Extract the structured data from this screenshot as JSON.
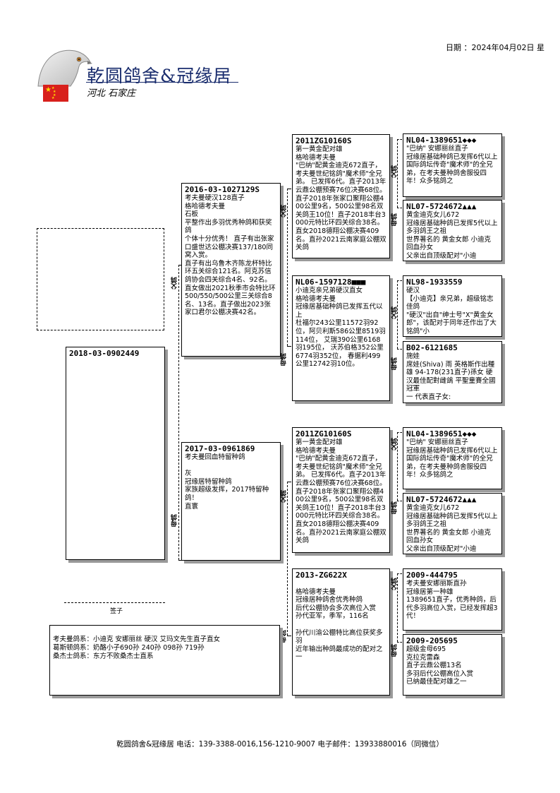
{
  "header": {
    "date": "日期 ：2024年04月02日 星",
    "brand": "乾圆鸽舍&冠缘居",
    "location": "河北 石家庄"
  },
  "subject": {
    "ring": "2018-03-0902449",
    "seal_label": "签子"
  },
  "labels": {
    "sire": "父鸽",
    "dam": "母鸽"
  },
  "sire": {
    "ring": "2016-03-1027129S",
    "text": "考夫曼硬汉128直子\n格哈德考夫曼\n石板\n平整作出多羽优秀种鸽和获奖鸽\n个体十分优秀！ 直子有出张家口盛世达公棚决赛137/180同窝入赏。\n直子有出乌鲁木齐陈龙杯特比环五关综合121名。阿克苏信鸽协会四关综合4名、92名。直女做出2021秋季市会特比环500/550/500公里三关综合8名、13名。直子做出2023张家口君尔公棚决赛42名。"
  },
  "dam": {
    "ring": "2017-03-0961869",
    "text": "考夫曼回血特留种鸽\n\n灰\n冠缘居特留种鸽\n家族超级发挥，2017特留种鸽！\n直寰"
  },
  "ss": {
    "ring": "2011ZG10160S",
    "text": "第一黄金配对雄\n格哈德考夫曼\n\"巴纳\"配黄金迪克672直子，考夫曼世纪铭鸽\"魔术师\"全兄弟。 已发挥6代。直子2013年云鼎公棚预赛76位决赛68位。直子2018年张家口聚翔公棚400公里9名，500公里98名双关鸽王10位！直子2018丰台3000元特比环四关综合38名。直女2018德翔公棚决赛409名。直孙2021云南家庭公棚双关鸽"
  },
  "sd": {
    "ring": "NL06-1597128■■■",
    "text": "小迪克亲兄弟硬汉直女\n格哈德考夫曼\n冠缘居基础种鸽已发挥五代以上\n杜福尔243公里11572羽92位，阿贝利斯586公里8519羽114位， 艾瑞390公里6168羽195位， 沃苏伯格352公里6774羽352位， 春据利499公里12742羽10位。"
  },
  "ds": {
    "ring": "2011ZG10160S",
    "text": "第一黄金配对雄\n格哈德考夫曼\n\"巴纳\"配黄金迪克672直子，考夫曼世纪铭鸽\"魔术师\"全兄弟。 已发挥6代。直子2013年云鼎公棚预赛76位决赛68位。直子2018年张家口聚翔公棚400公里9名，500公里98名双关鸽王10位！直子2018丰台3000元特比环四关综合38名。直女2018德翔公棚决赛409名。直孙2021云南家庭公棚双关鸽"
  },
  "dd": {
    "ring": "2013-ZG622X",
    "text": "\n格哈德考夫曼\n冠缘居种鸽舍优秀种鸽\n后代公棚协会多次高位入赏\n孙代亚军，季军，116名\n\n孙代川渝公棚特比高位获奖多羽\n近年输出种鸽最成功的配对之一"
  },
  "sss": {
    "ring": "NL04-1389651◆◆◆",
    "text": "\"巴纳\" 安娜丽丝直子\n冠缘居基础种鸽已发挥6代以上\n国际鸽坛传奇\"魔术师\"的全兄弟，在考夫曼种鸽舍服役四年！众多铭鸽之"
  },
  "ssd": {
    "ring": "NL07-5724672▲▲▲",
    "text": "黄金迪克女儿672\n冠缘居基础种鸽已发挥5代以上多羽鸽王之祖\n世界著名的 黄金女郎 小迪克 回血孙女\n父亲出自顶级配对\"小迪"
  },
  "sds": {
    "ring": "NL98-1933559",
    "text": "硬汉\n【小迪克】亲兄弟，超级铭志佳鸽\n\"硬汉\"出自\"绅士号\"X\"黄金女郎\"，该配对于同年还作出了大铭鸽\"小"
  },
  "sdd": {
    "ring": "B02-6121685",
    "text": "施娃\n席娃(Shiva) 雨 英格斯作出種雄 94-178(231直子)孫女 硬汉最佳配對雌鴿 平聖童賽全國冠軍\n一 代表直子女:"
  },
  "dss": {
    "ring": "NL04-1389651◆◆◆",
    "text": "\"巴纳\" 安娜丽丝直子\n冠缘居基础种鸽已发挥6代以上\n国际鸽坛传奇\"魔术师\"的全兄弟，在考夫曼种鸽舍服役四年！众多铭鸽之"
  },
  "dsd": {
    "ring": "NL07-5724672▲▲▲",
    "text": "黄金迪克女儿672\n冠缘居基础种鸽已发挥5代以上多羽鸽王之祖\n世界著名的 黄金女郎 小迪克 回血孙女\n父亲出自顶级配对\"小迪"
  },
  "dds": {
    "ring": "2009-444795",
    "text": "考夫曼安娜丽斯直孙\n冠缘居第一种雄\n1389651直子，优秀种鸽，后代多羽高位入赏，已经发挥超3代！"
  },
  "ddd": {
    "ring": "2009-205695",
    "text": "超级金母695\n克拉克雷森\n直子云鼎公棚13名\n多羽后代公棚高位入赏\n已纳最佳配对雄之一"
  },
  "bloodlines": "考夫曼鸽系：小迪克 安娜丽丝 硬汉 艾玛文先生直子直女\n葛斯顿鸽系：奶酪小子690孙 240孙 098孙 719孙\n桑杰士鸽系：东方不败桑杰士直系",
  "footer": "乾圆鸽舍&冠缘居 电话：139-3388-0016,156-1210-9007 电子邮件：13933880016（同微信）",
  "colors": {
    "brand": "#1a2d6e",
    "flag_red": "#d8201c",
    "flag_star": "#ffdb00",
    "shadow": "#9a9a9a"
  }
}
